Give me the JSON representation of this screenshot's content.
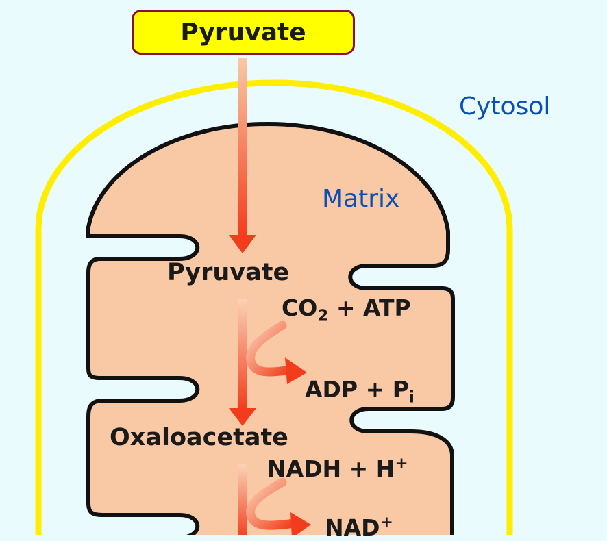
{
  "labels": {
    "top_substrate": "Pyruvate",
    "cytosol": "Cytosol",
    "matrix": "Matrix",
    "pyruvate": "Pyruvate",
    "co2_main": "CO",
    "co2_sub": "2",
    "co2_rest": " + ATP",
    "adp_main": "ADP + P",
    "adp_sub": "i",
    "oxaloacetate": "Oxaloacetate",
    "nadh_main": "NADH + H",
    "nadh_sup": "+",
    "nad_main": "NAD",
    "nad_sup": "+"
  },
  "colors": {
    "background": "#e9fbfd",
    "outer_membrane": "#ffee00",
    "matrix_fill": "#f9c9a6",
    "inner_membrane": "#111111",
    "arrow": "#f23c1b",
    "pill_fill": "#ffff00",
    "pill_border": "#8b0f3a",
    "blue_text": "#0a4fb8"
  }
}
